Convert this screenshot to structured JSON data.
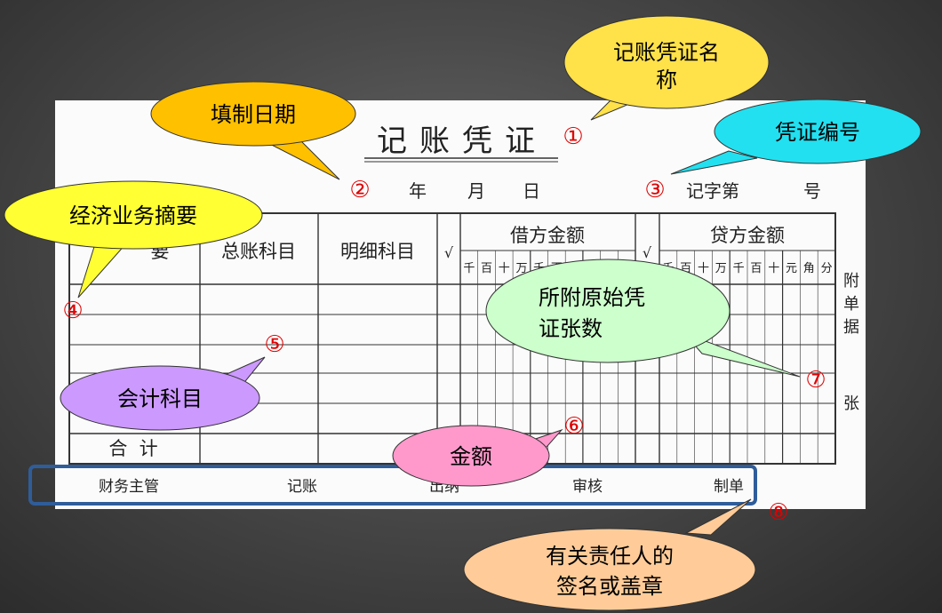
{
  "voucher": {
    "title": "记账凭证",
    "date_row": {
      "year": "年",
      "month": "月",
      "day": "日"
    },
    "number_row": {
      "prefix": "记字第",
      "suffix": "号"
    },
    "headers": {
      "summary": "要",
      "general_account": "总账科目",
      "detail_account": "明细科目",
      "check_mark_1": "√",
      "debit_amount": "借方金额",
      "check_mark_2": "√",
      "credit_amount": "贷方金额"
    },
    "digit_units": [
      "千",
      "百",
      "十",
      "万",
      "千",
      "百",
      "十",
      "元",
      "角",
      "分"
    ],
    "debit_visible_units": [
      "千",
      "百",
      "十",
      "万",
      "千",
      "百"
    ],
    "credit_visible_units": [
      "千",
      "百",
      "十",
      "万",
      "千",
      "百",
      "十",
      "元",
      "角",
      "分"
    ],
    "attachment_side": {
      "top": [
        "附",
        "单",
        "据"
      ],
      "bottom": "张"
    },
    "total_label": "合  计",
    "signatures": [
      "财务主管",
      "记账",
      "出纳",
      "审核",
      "制单"
    ]
  },
  "callouts": {
    "voucher_name": "记账凭证名称",
    "fill_date": "填制日期",
    "voucher_number": "凭证编号",
    "summary": "经济业务摘要",
    "account": "会计科目",
    "amount": "金额",
    "attached_count": "所附原始凭证张数",
    "signature": "有关责任人的签名或盖章"
  },
  "markers": [
    "①",
    "②",
    "③",
    "④",
    "⑤",
    "⑥",
    "⑦",
    "⑧"
  ],
  "colors": {
    "yellow": "#ffe14a",
    "orange": "#ffc000",
    "cyan": "#22e0f0",
    "purple": "#cc99ff",
    "pink": "#ff99cc",
    "mint": "#ccffcc",
    "peach": "#ffcc99",
    "marker_red": "#e00000",
    "highlight_blue": "#2f5d9a"
  }
}
